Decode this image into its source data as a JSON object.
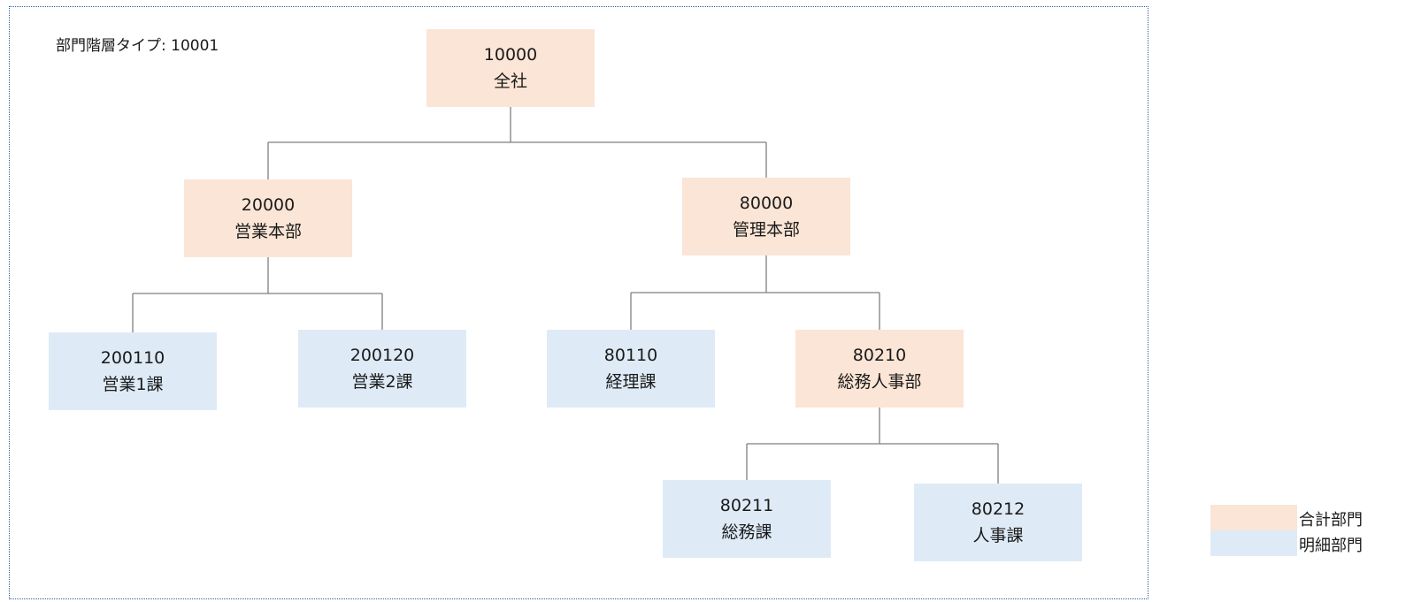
{
  "diagram": {
    "title": "部門階層タイプ: 10001",
    "colors": {
      "sum": "#fbe5d6",
      "detail": "#deebf7",
      "line": "#7f7f7f",
      "frame": "#2f5f9e"
    },
    "nodes": [
      {
        "id": "n10000",
        "code": "10000",
        "name": "全社",
        "kind": "sum"
      },
      {
        "id": "n20000",
        "code": "20000",
        "name": "営業本部",
        "kind": "sum"
      },
      {
        "id": "n80000",
        "code": "80000",
        "name": "管理本部",
        "kind": "sum"
      },
      {
        "id": "n200110",
        "code": "200110",
        "name": "営業1課",
        "kind": "detail"
      },
      {
        "id": "n200120",
        "code": "200120",
        "name": "営業2課",
        "kind": "detail"
      },
      {
        "id": "n80110",
        "code": "80110",
        "name": "経理課",
        "kind": "detail"
      },
      {
        "id": "n80210",
        "code": "80210",
        "name": "総務人事部",
        "kind": "sum"
      },
      {
        "id": "n80211",
        "code": "80211",
        "name": "総務課",
        "kind": "detail"
      },
      {
        "id": "n80212",
        "code": "80212",
        "name": "人事課",
        "kind": "detail"
      }
    ],
    "edges": [
      [
        "n10000",
        "n20000"
      ],
      [
        "n10000",
        "n80000"
      ],
      [
        "n20000",
        "n200110"
      ],
      [
        "n20000",
        "n200120"
      ],
      [
        "n80000",
        "n80110"
      ],
      [
        "n80000",
        "n80210"
      ],
      [
        "n80210",
        "n80211"
      ],
      [
        "n80210",
        "n80212"
      ]
    ]
  },
  "legend": [
    {
      "label": "合計部門",
      "kind": "sum"
    },
    {
      "label": "明細部門",
      "kind": "detail"
    }
  ]
}
